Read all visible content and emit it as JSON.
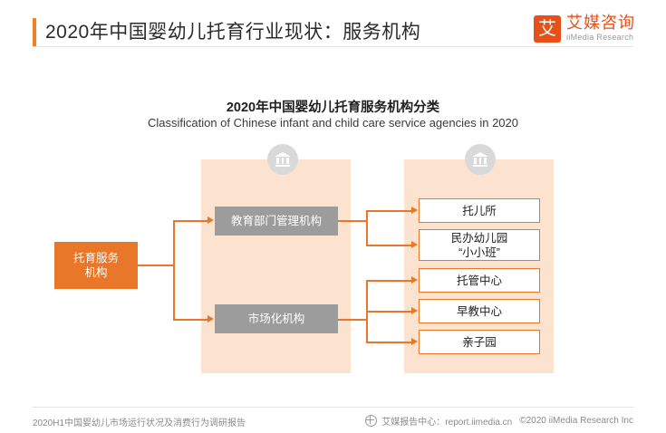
{
  "header": {
    "title": "2020年中国婴幼儿托育行业现状：服务机构",
    "logo_mark": "艾",
    "logo_cn": "艾媒咨询",
    "logo_en": "iiMedia Research"
  },
  "chart": {
    "title_cn": "2020年中国婴幼儿托育服务机构分类",
    "title_en": "Classification of Chinese infant and child care service agencies in 2020"
  },
  "chart_data": {
    "type": "diagram",
    "title": "2020年中国婴幼儿托育服务机构分类",
    "subtitle": "Classification of Chinese infant and child care service agencies in 2020",
    "root": "托育服务机构",
    "branches": [
      {
        "label": "教育部门管理机构",
        "children": [
          "托儿所",
          "民办幼儿园\n“小小班”"
        ]
      },
      {
        "label": "市场化机构",
        "children": [
          "托管中心",
          "早教中心",
          "亲子园"
        ]
      }
    ],
    "colors": {
      "accent": "#e8772a",
      "panel": "#fbe3d0",
      "branch": "#9c9c9c",
      "leaf_border": "#e8772a"
    }
  },
  "nodes": {
    "root": "托育服务\n机构",
    "root_line1": "托育服务",
    "root_line2": "机构",
    "mgmt": "教育部门管理机构",
    "market": "市场化机构",
    "leaf_1": "托儿所",
    "leaf_2_line1": "民办幼儿园",
    "leaf_2_line2": "“小小班”",
    "leaf_3": "托管中心",
    "leaf_4": "早教中心",
    "leaf_5": "亲子园"
  },
  "footer": {
    "left": "2020H1中国婴幼儿市场运行状况及消费行为调研报告",
    "center": "艾媒报告中心：report.iimedia.cn",
    "right": "©2020  iiMedia Research  Inc"
  }
}
